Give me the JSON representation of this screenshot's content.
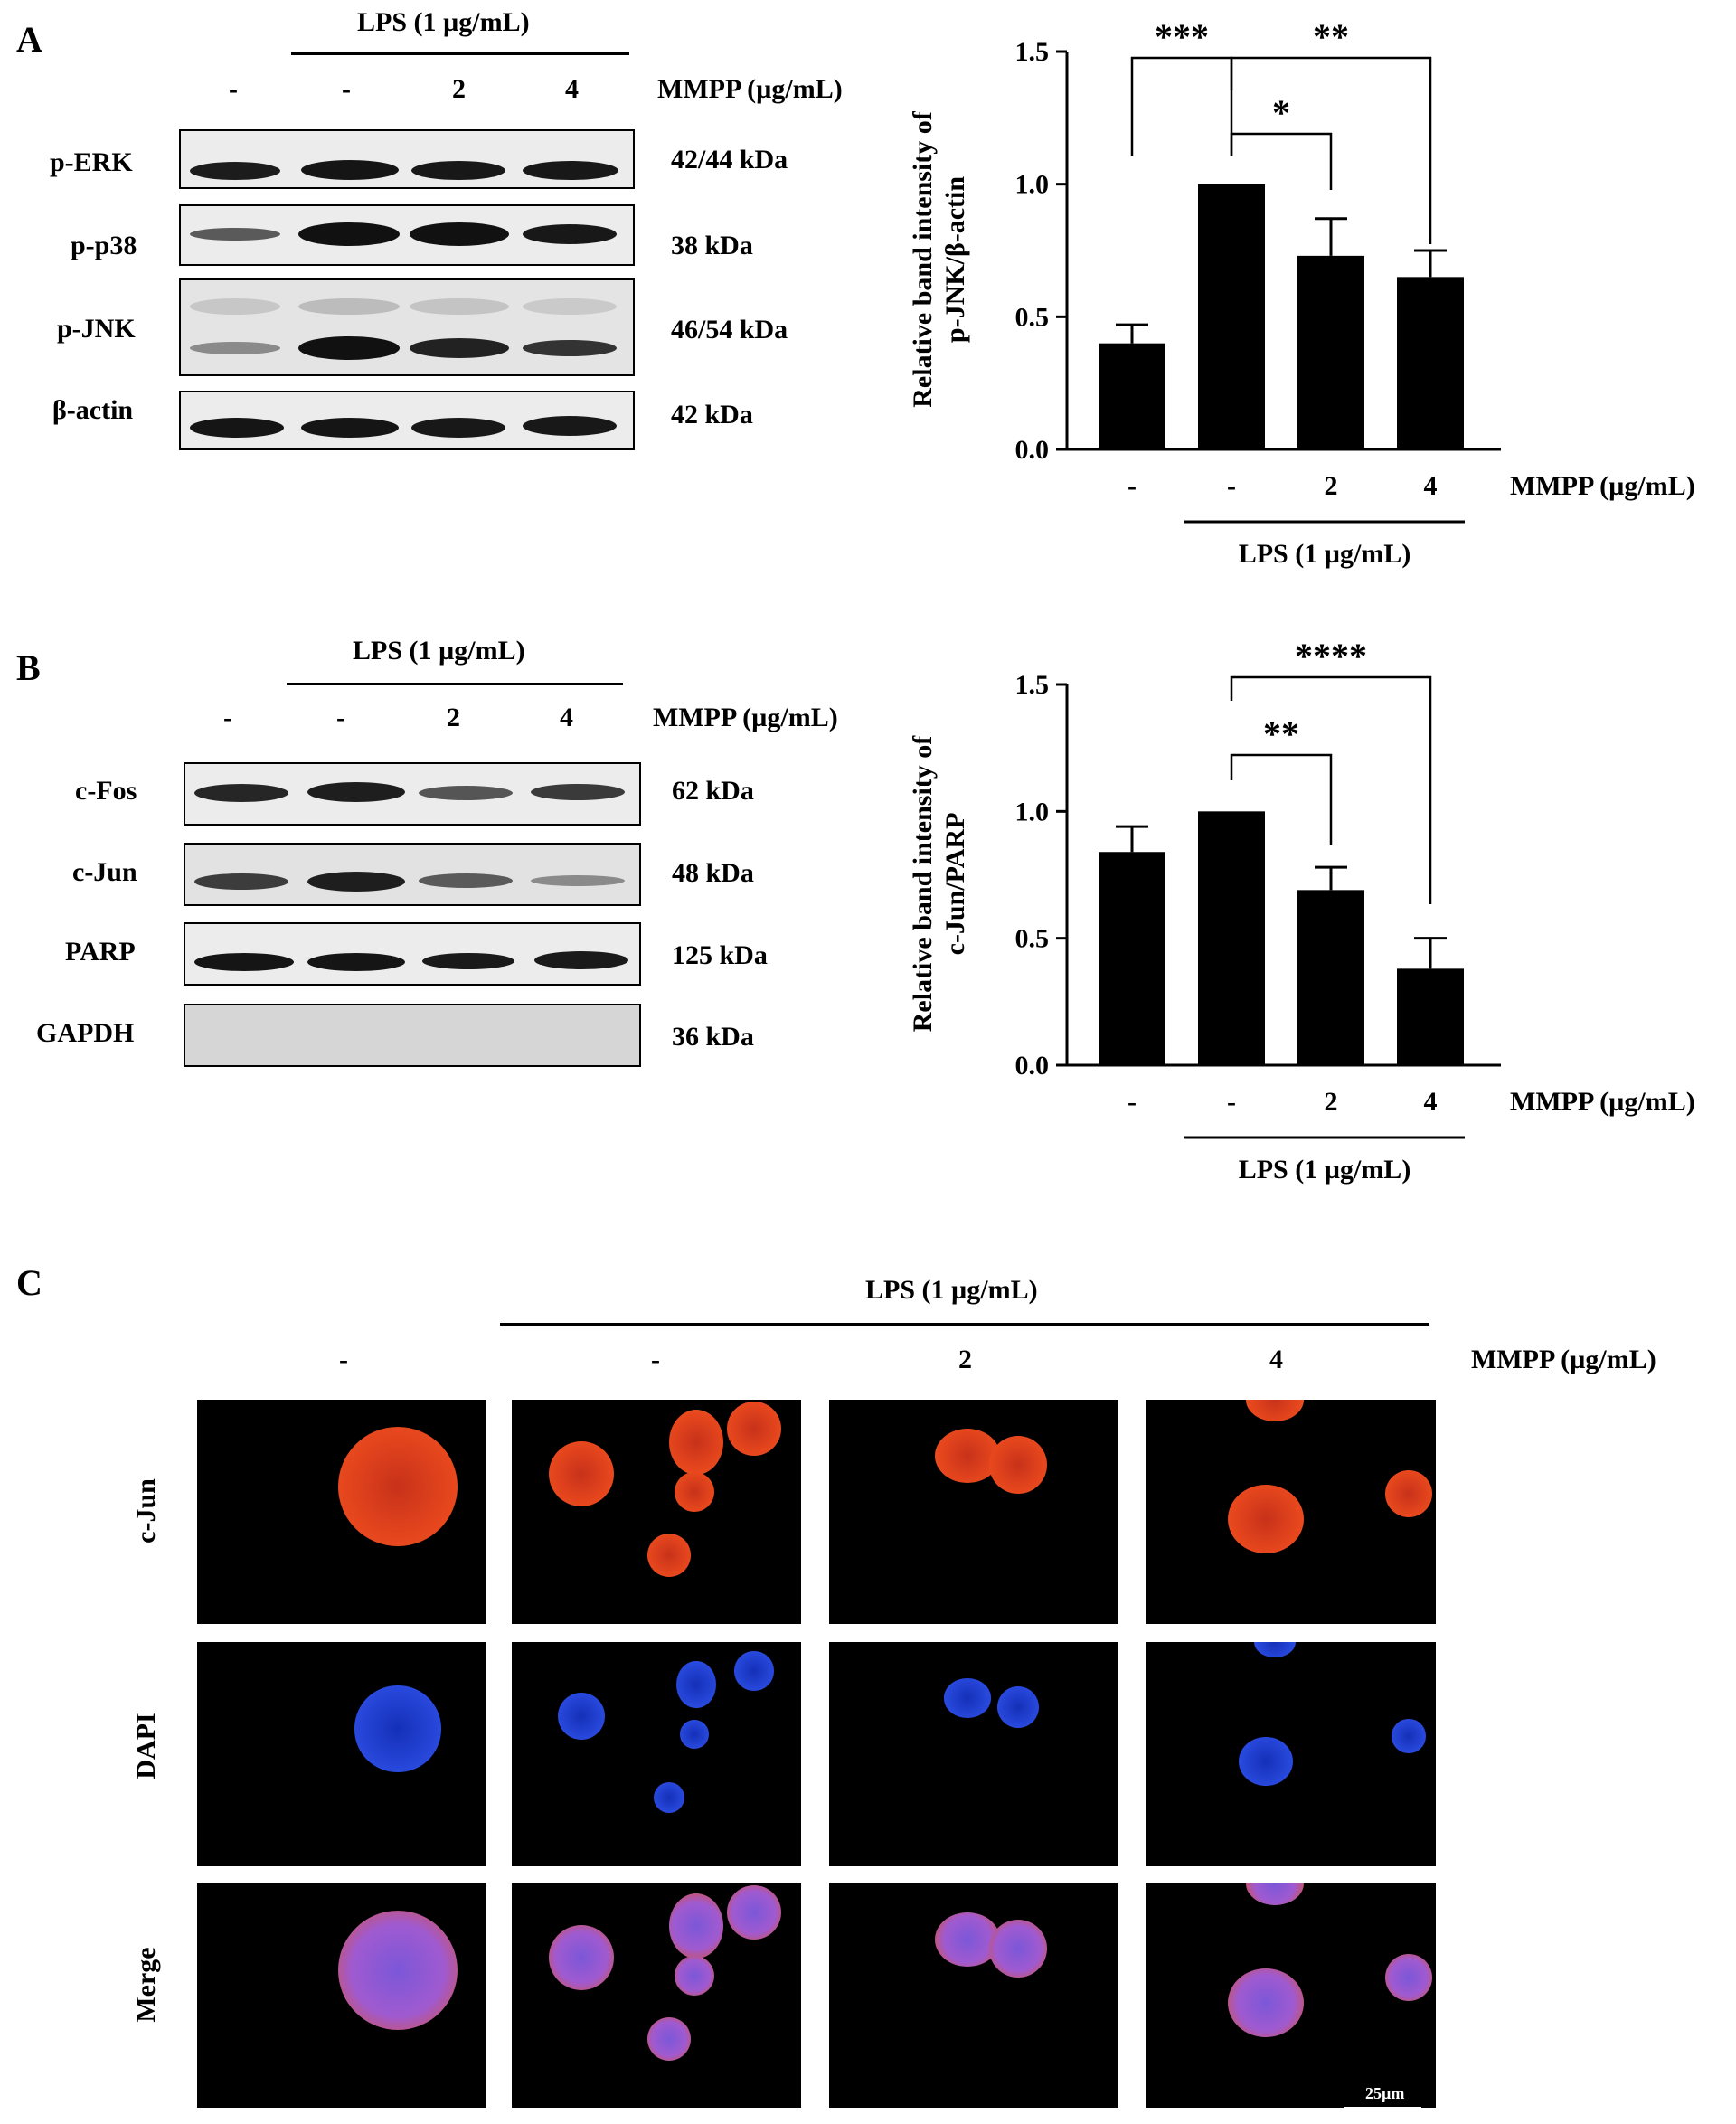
{
  "panels": {
    "A": {
      "letter": "A",
      "lps_label": "LPS (1 µg/mL)",
      "mmpp_label": "MMPP (µg/mL)",
      "lanes": [
        "-",
        "-",
        "2",
        "4"
      ],
      "blots": [
        {
          "name": "p-ERK",
          "kda": "42/44 kDa"
        },
        {
          "name": "p-p38",
          "kda": "38 kDa"
        },
        {
          "name": "p-JNK",
          "kda": "46/54 kDa"
        },
        {
          "name": "β-actin",
          "kda": "42 kDa"
        }
      ]
    },
    "B": {
      "letter": "B",
      "lps_label": "LPS (1 µg/mL)",
      "mmpp_label": "MMPP (µg/mL)",
      "lanes": [
        "-",
        "-",
        "2",
        "4"
      ],
      "blots": [
        {
          "name": "c-Fos",
          "kda": "62 kDa"
        },
        {
          "name": "c-Jun",
          "kda": "48 kDa"
        },
        {
          "name": "PARP",
          "kda": "125 kDa"
        },
        {
          "name": "GAPDH",
          "kda": "36 kDa"
        }
      ]
    },
    "C": {
      "letter": "C",
      "lps_label": "LPS (1 µg/mL)",
      "mmpp_label": "MMPP (µg/mL)",
      "columns": [
        "-",
        "-",
        "2",
        "4"
      ],
      "rows": [
        "c-Jun",
        "DAPI",
        "Merge"
      ],
      "scale_bar": "25µm"
    }
  },
  "colors": {
    "bar": "#000000",
    "cjun_stain": "#e8401a",
    "dapi_stain": "#1f3bd6",
    "merge_stain": "#b04fd0"
  },
  "chart_data": [
    {
      "type": "bar",
      "panel": "A",
      "categories": [
        "-",
        "-",
        "2",
        "4"
      ],
      "values": [
        0.4,
        1.0,
        0.73,
        0.65
      ],
      "errors": [
        0.07,
        0.0,
        0.14,
        0.1
      ],
      "ylabel_line1": "Relative band intensity of",
      "ylabel_line2": "p-JNK/β-actin",
      "xlabel": "MMPP (µg/mL)",
      "group_label": "LPS (1 µg/mL)",
      "ylim": [
        0,
        1.5
      ],
      "yticks": [
        "0.0",
        "0.5",
        "1.0",
        "1.5"
      ],
      "significance": [
        {
          "from": 0,
          "to": 1,
          "label": "***"
        },
        {
          "from": 1,
          "to": 2,
          "label": "*"
        },
        {
          "from": 1,
          "to": 3,
          "label": "**"
        }
      ]
    },
    {
      "type": "bar",
      "panel": "B",
      "categories": [
        "-",
        "-",
        "2",
        "4"
      ],
      "values": [
        0.84,
        1.0,
        0.69,
        0.38
      ],
      "errors": [
        0.1,
        0.0,
        0.09,
        0.12
      ],
      "ylabel_line1": "Relative band intensity of",
      "ylabel_line2": "c-Jun/PARP",
      "xlabel": "MMPP (µg/mL)",
      "group_label": "LPS (1 µg/mL)",
      "ylim": [
        0,
        1.5
      ],
      "yticks": [
        "0.0",
        "0.5",
        "1.0",
        "1.5"
      ],
      "significance": [
        {
          "from": 1,
          "to": 2,
          "label": "**"
        },
        {
          "from": 1,
          "to": 3,
          "label": "****"
        }
      ]
    }
  ]
}
